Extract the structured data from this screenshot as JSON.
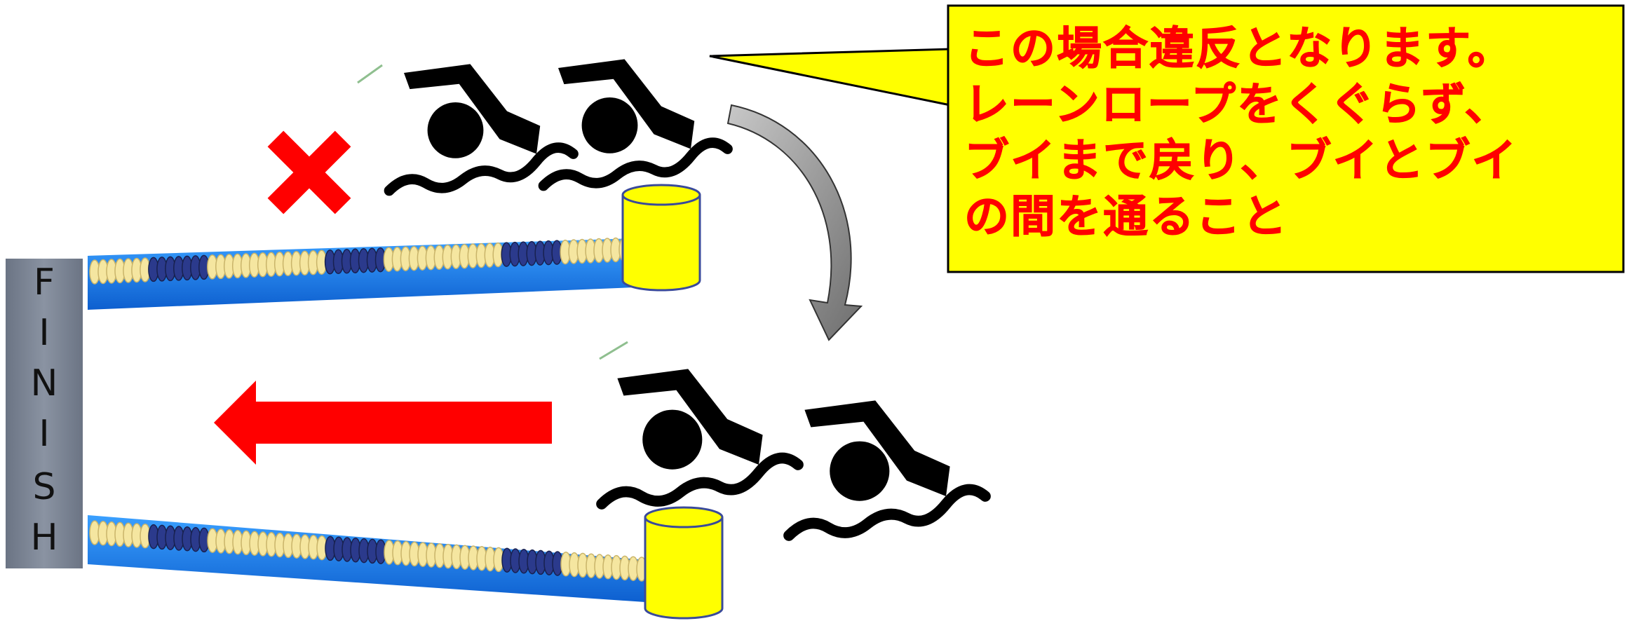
{
  "finish_sign": {
    "letters": [
      "F",
      "I",
      "N",
      "I",
      "S",
      "H"
    ]
  },
  "callout": {
    "lines": [
      "この場合違反となります。",
      "レーンロープをくぐらず、",
      "ブイまで戻り、ブイとブイ",
      "の間を通ること"
    ]
  },
  "colors": {
    "callout_bg": "#ffff00",
    "callout_text": "#ff0000",
    "arrow": "#ff0000",
    "cross": "#ff0000",
    "buoy": "#ffff00",
    "water": "#1e90ff",
    "rope_float_blue": "#2b3a8c",
    "rope_float_yellow": "#f5e6a0"
  },
  "icons": [
    "swimmer-icon",
    "cross-icon",
    "left-arrow-icon",
    "curved-arrow-icon",
    "buoy-icon"
  ]
}
